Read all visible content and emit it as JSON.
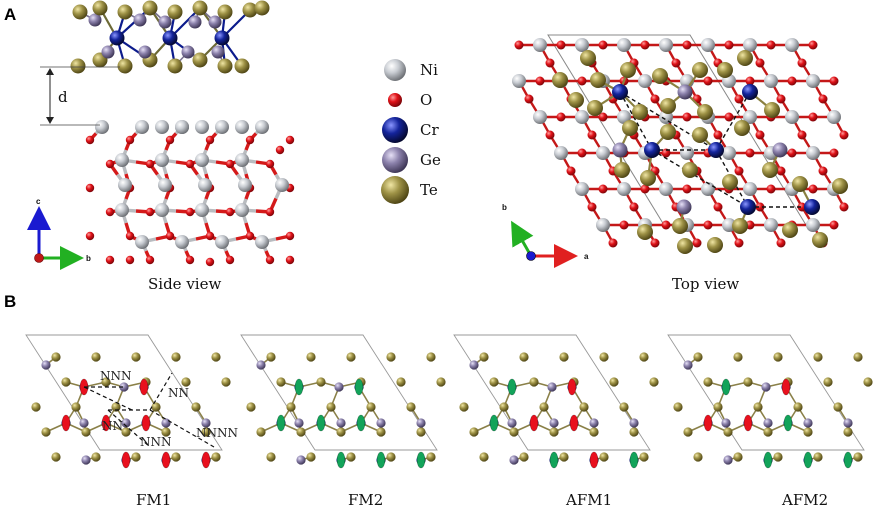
{
  "panels": {
    "a": {
      "letter": "A"
    },
    "b": {
      "letter": "B"
    }
  },
  "captions": {
    "side_view": "Side view",
    "top_view": "Top view"
  },
  "interlayer_label": "d",
  "legend": [
    {
      "label": "Ni",
      "color": "#b8bcc2"
    },
    {
      "label": "O",
      "color": "#e0141a"
    },
    {
      "label": "Cr",
      "color": "#0c1b8c"
    },
    {
      "label": "Ge",
      "color": "#8a80a8"
    },
    {
      "label": "Te",
      "color": "#9a8f44"
    }
  ],
  "axes": {
    "side": {
      "up": "c",
      "right": "b"
    },
    "top": {
      "up": "b",
      "right": "a"
    }
  },
  "colors": {
    "spin_up": "#e8101e",
    "spin_down": "#12a35a",
    "axis_red": "#e02020",
    "axis_green": "#22b022",
    "axis_blue": "#1a1ad0",
    "bond": "#8a8c5a"
  },
  "magnetic_configs": [
    {
      "name": "FM1",
      "spins": [
        "up",
        "up",
        "up",
        "up",
        "up",
        "up",
        "up",
        "up"
      ]
    },
    {
      "name": "FM2",
      "spins": [
        "down",
        "down",
        "down",
        "down",
        "down",
        "down",
        "down",
        "down"
      ]
    },
    {
      "name": "AFM1",
      "spins": [
        "down",
        "up",
        "down",
        "up",
        "up",
        "down",
        "up",
        "down"
      ]
    },
    {
      "name": "AFM2",
      "spins": [
        "down",
        "up",
        "up",
        "up",
        "down",
        "down",
        "down",
        "down"
      ]
    }
  ],
  "exchange_labels": [
    "NN",
    "NNN",
    "NNNN"
  ]
}
